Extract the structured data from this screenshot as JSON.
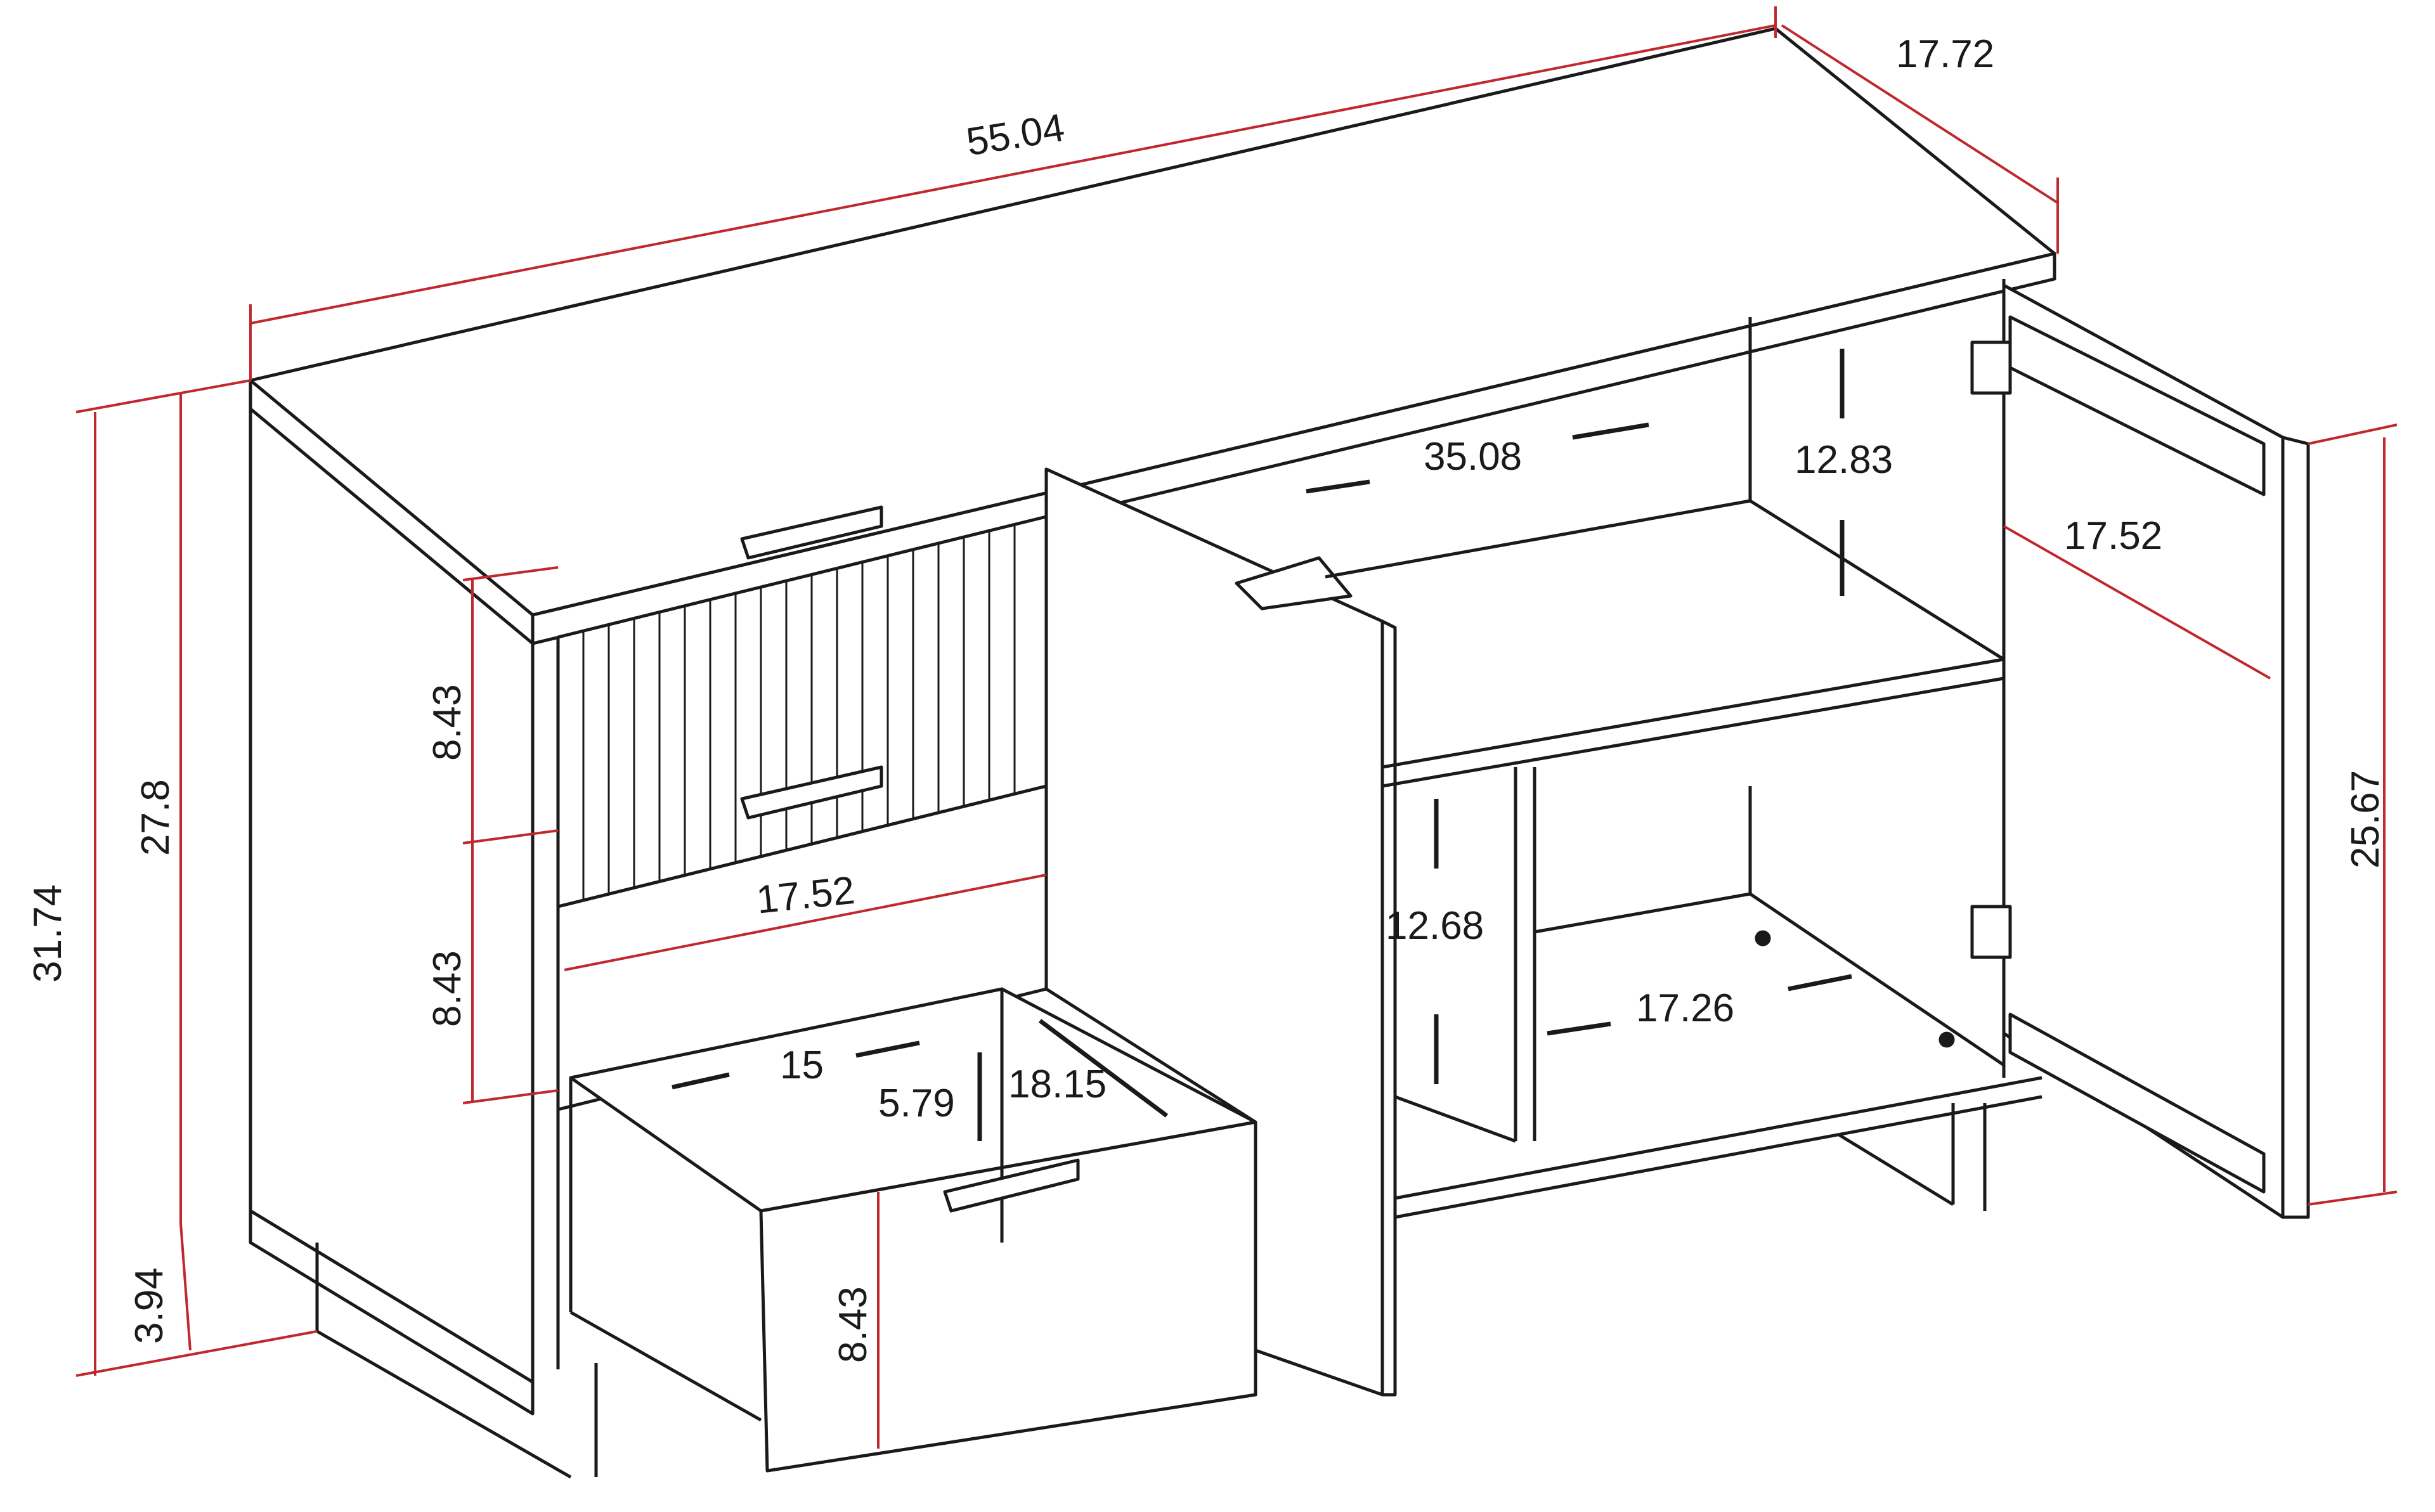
{
  "diagram": {
    "type": "furniture-dimension-drawing",
    "subject": "sideboard cabinet with 3 drawers and 2 doors",
    "colors": {
      "line": "#1a1a1a",
      "dimension": "#c0282d",
      "background": "#ffffff"
    },
    "dimensions": {
      "overall_width": "55.04",
      "overall_depth": "17.72",
      "overall_height": "31.74",
      "body_height": "27.8",
      "leg_height": "3.94",
      "drawer1_height": "8.43",
      "drawer2_height": "8.43",
      "drawer3_front_height": "8.43",
      "drawer_width": "17.52",
      "drawer_inner_width": "15",
      "drawer_inner_depth": "18.15",
      "drawer_inner_height": "5.79",
      "cabinet_inner_width": "35.08",
      "upper_shelf_height": "12.83",
      "lower_compartment_height": "12.68",
      "lower_right_width": "17.26",
      "cabinet_inner_depth": "17.52",
      "door_height": "25.67"
    }
  }
}
